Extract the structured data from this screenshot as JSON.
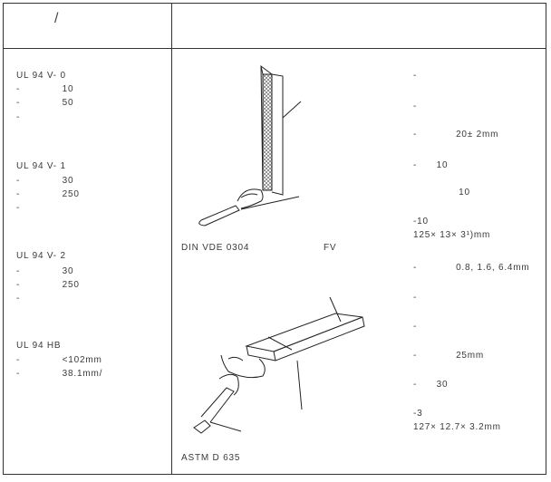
{
  "header": {
    "left": "/"
  },
  "ratings": [
    {
      "title": "UL 94 V- 0",
      "lines": [
        "-             10",
        "-             50",
        "-"
      ]
    },
    {
      "title": "UL 94 V- 1",
      "lines": [
        "-             30",
        "-             250",
        "-"
      ]
    },
    {
      "title": "UL 94 V- 2",
      "lines": [
        "-             30",
        "-             250",
        "-"
      ]
    },
    {
      "title": "UL 94 HB",
      "lines": [
        "-             <102mm",
        "-             38.1mm/"
      ]
    }
  ],
  "middle": {
    "caption_vertical": "DIN VDE 0304",
    "caption_vertical_code": "FV",
    "caption_horizontal": "ASTM D 635"
  },
  "right": {
    "v": [
      "-",
      "-",
      "-            20± 2mm",
      "-      10",
      "              10",
      "-10",
      "125× 13× 3¹)mm",
      "-            0.8, 1.6, 6.4mm",
      "-",
      "-",
      "-            25mm",
      "-      30",
      "-3",
      "127× 12.7× 3.2mm"
    ]
  }
}
